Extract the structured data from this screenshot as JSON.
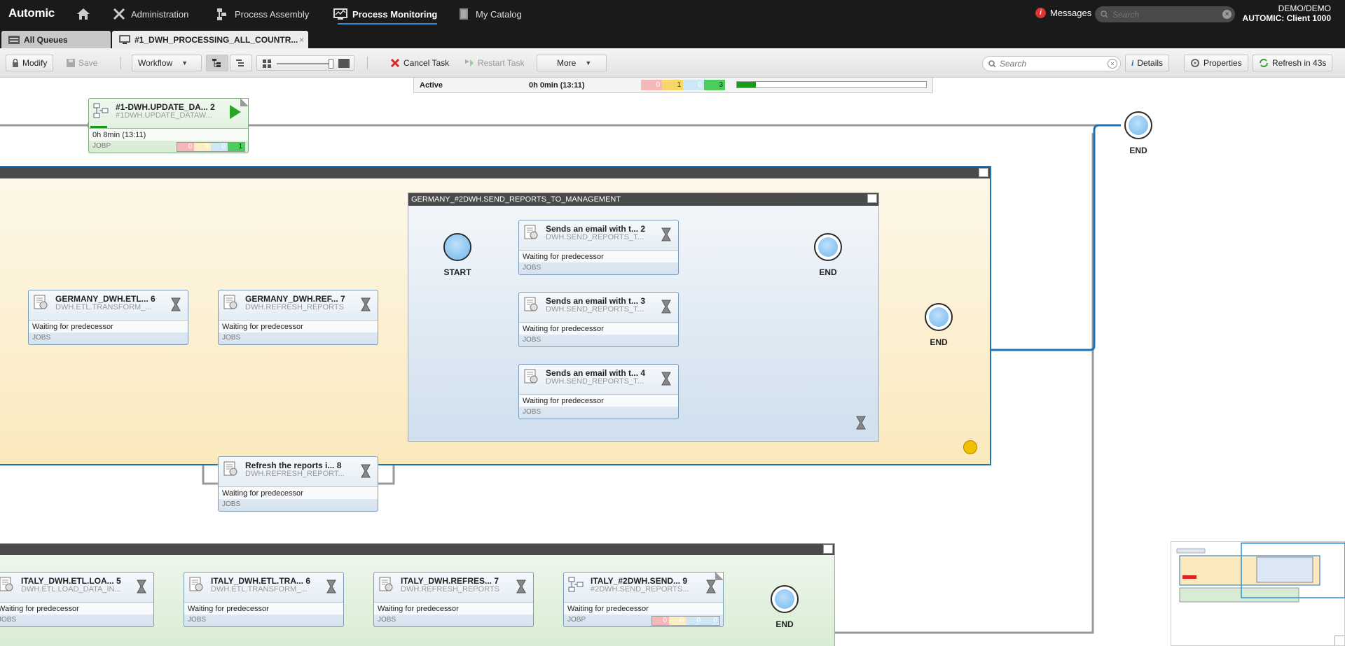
{
  "app": {
    "logo": "Automic"
  },
  "nav": {
    "items": [
      {
        "label": "Administration",
        "icon": "wrench-cross-icon"
      },
      {
        "label": "Process Assembly",
        "icon": "process-assembly-icon"
      },
      {
        "label": "Process Monitoring",
        "icon": "monitor-icon",
        "active": true
      },
      {
        "label": "My Catalog",
        "icon": "book-icon"
      }
    ],
    "messages_label": "Messages",
    "search_placeholder": "Search",
    "user_line1": "DEMO/DEMO",
    "user_line2": "AUTOMIC: Client 1000"
  },
  "tabs": [
    {
      "label": "All Queues"
    },
    {
      "label": "#1_DWH_PROCESSING_ALL_COUNTR..."
    }
  ],
  "toolbar": {
    "modify": "Modify",
    "save": "Save",
    "view_select": "Workflow",
    "cancel_task": "Cancel Task",
    "restart_task": "Restart Task",
    "more": "More",
    "search_placeholder": "Search",
    "details": "Details",
    "properties": "Properties",
    "refresh": "Refresh in 43s"
  },
  "status": {
    "state": "Active",
    "runtime": "0h 0min (13:11)",
    "counts": {
      "error": "0",
      "warning": "1",
      "waiting": "0",
      "done": "3"
    },
    "progress_fraction": 0.1
  },
  "groups": {
    "germany_title": "",
    "germany_sub_title": "GERMANY_#2DWH.SEND_REPORTS_TO_MANAGEMENT",
    "italy_title": ""
  },
  "nodes": {
    "update": {
      "title": "#1-DWH.UPDATE_DA...",
      "num": "2",
      "sub": "#1DWH.UPDATE_DATAW...",
      "status": "0h 8min (13:11)",
      "type": "JOBP",
      "counts": [
        "0",
        "0",
        "0",
        "1"
      ]
    },
    "g_etl": {
      "title": "GERMANY_DWH.ETL...",
      "num": "6",
      "sub": "DWH.ETL.TRANSFORM_...",
      "status": "Waiting for predecessor",
      "type": "JOBS"
    },
    "g_ref": {
      "title": "GERMANY_DWH.REF...",
      "num": "7",
      "sub": "DWH.REFRESH_REPORTS",
      "status": "Waiting for predecessor",
      "type": "JOBS"
    },
    "g_refr": {
      "title": "Refresh the reports i...",
      "num": "8",
      "sub": "DWH.REFRESH_REPORT...",
      "status": "Waiting for predecessor",
      "type": "JOBS"
    },
    "mail2": {
      "title": "Sends an email with t...",
      "num": "2",
      "sub": "DWH.SEND_REPORTS_T...",
      "status": "Waiting for predecessor",
      "type": "JOBS"
    },
    "mail3": {
      "title": "Sends an email with t...",
      "num": "3",
      "sub": "DWH.SEND_REPORTS_T...",
      "status": "Waiting for predecessor",
      "type": "JOBS"
    },
    "mail4": {
      "title": "Sends an email with t...",
      "num": "4",
      "sub": "DWH.SEND_REPORTS_T...",
      "status": "Waiting for predecessor",
      "type": "JOBS"
    },
    "i_load": {
      "title": "ITALY_DWH.ETL.LOA...",
      "num": "5",
      "sub": "DWH.ETL.LOAD_DATA_IN...",
      "status": "Waiting for predecessor",
      "type": "JOBS"
    },
    "i_tra": {
      "title": "ITALY_DWH.ETL.TRA...",
      "num": "6",
      "sub": "DWH.ETL.TRANSFORM_...",
      "status": "Waiting for predecessor",
      "type": "JOBS"
    },
    "i_ref": {
      "title": "ITALY_DWH.REFRES...",
      "num": "7",
      "sub": "DWH.REFRESH_REPORTS",
      "status": "Waiting for predecessor",
      "type": "JOBS"
    },
    "i_send": {
      "title": "ITALY_#2DWH.SEND...",
      "num": "9",
      "sub": "#2DWH.SEND_REPORTS...",
      "status": "Waiting for predecessor",
      "type": "JOBP",
      "counts": [
        "0",
        "0",
        "0",
        "0"
      ]
    }
  },
  "terminals": {
    "start": "START",
    "end": "END"
  }
}
